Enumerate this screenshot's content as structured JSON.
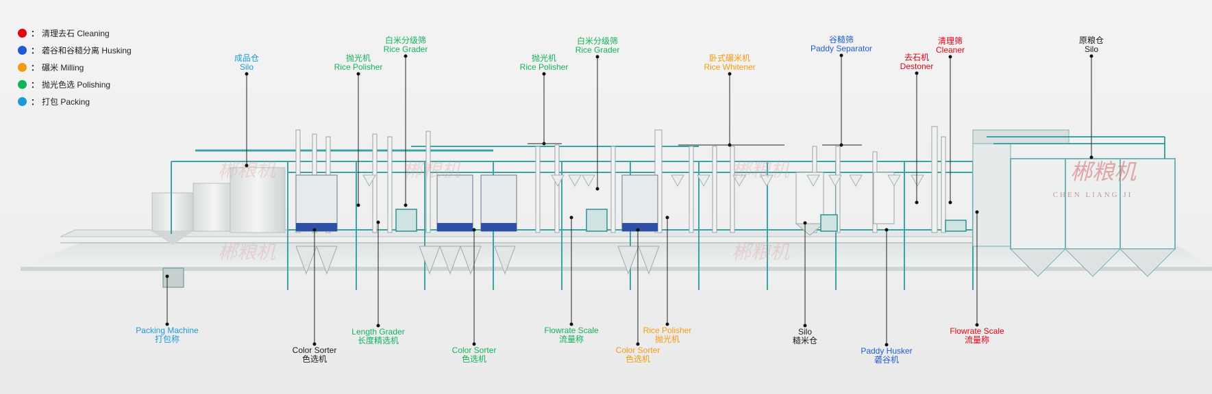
{
  "colors": {
    "cleaning": "#e60012",
    "husking": "#1e5ad6",
    "milling": "#f49a12",
    "polishing": "#11b35a",
    "packing": "#1c9ad6",
    "black": "#1a1a1a",
    "teal": "#3aa3a7"
  },
  "legend": [
    {
      "key": "cleaning",
      "sep": "：",
      "text": "清理去石 Cleaning"
    },
    {
      "key": "husking",
      "sep": "：",
      "text": "砻谷和谷糙分离 Husking"
    },
    {
      "key": "milling",
      "sep": "：",
      "text": "碾米 Milling"
    },
    {
      "key": "polishing",
      "sep": "：",
      "text": "抛光色选 Polishing"
    },
    {
      "key": "packing",
      "sep": "：",
      "text": "打包 Packing"
    }
  ],
  "watermark": {
    "brand": "郴粮机",
    "latin": "CHEN LIANG JI"
  },
  "labels_top": [
    {
      "id": "silo-finished",
      "line1": "成品仓",
      "line2": "Silo",
      "color": "packing"
    },
    {
      "id": "rice-polisher-1",
      "line1": "抛光机",
      "line2": "Rice Polisher",
      "color": "polishing"
    },
    {
      "id": "rice-grader-1",
      "line1": "白米分级筛",
      "line2": "Rice Grader",
      "color": "polishing"
    },
    {
      "id": "rice-polisher-2",
      "line1": "抛光机",
      "line2": "Rice Polisher",
      "color": "polishing"
    },
    {
      "id": "rice-grader-2",
      "line1": "白米分级筛",
      "line2": "Rice Grader",
      "color": "polishing"
    },
    {
      "id": "rice-whitener",
      "line1": "卧式碾米机",
      "line2": "Rice Whitener",
      "color": "milling"
    },
    {
      "id": "paddy-separator",
      "line1": "谷糙筛",
      "line2": "Paddy Separator",
      "color": "husking"
    },
    {
      "id": "destoner",
      "line1": "去石机",
      "line2": "Destoner",
      "color": "cleaning"
    },
    {
      "id": "cleaner",
      "line1": "清理筛",
      "line2": "Cleaner",
      "color": "cleaning"
    },
    {
      "id": "silo-raw",
      "line1": "原粮仓",
      "line2": "Silo",
      "color": "black"
    }
  ],
  "labels_bottom": [
    {
      "id": "packing-machine",
      "line1": "Packing Machine",
      "line2": "打包称",
      "color": "packing"
    },
    {
      "id": "color-sorter-1",
      "line1": "Color Sorter",
      "line2": "色选机",
      "color": "black"
    },
    {
      "id": "length-grader",
      "line1": "Length Grader",
      "line2": "长度精选机",
      "color": "polishing"
    },
    {
      "id": "color-sorter-2",
      "line1": "Color Sorter",
      "line2": "色选机",
      "color": "polishing"
    },
    {
      "id": "flowrate-scale-1",
      "line1": "Flowrate Scale",
      "line2": "流量称",
      "color": "polishing"
    },
    {
      "id": "color-sorter-3",
      "line1": "Color Sorter",
      "line2": "色选机",
      "color": "milling"
    },
    {
      "id": "rice-polisher-3",
      "line1": "Rice Polisher",
      "line2": "抛光机",
      "color": "milling"
    },
    {
      "id": "silo-rice",
      "line1": "Silo",
      "line2": "糙米仓",
      "color": "black"
    },
    {
      "id": "paddy-husker",
      "line1": "Paddy Husker",
      "line2": "砻谷机",
      "color": "husking"
    },
    {
      "id": "flowrate-scale-2",
      "line1": "Flowrate Scale",
      "line2": "流量称",
      "color": "cleaning"
    }
  ]
}
